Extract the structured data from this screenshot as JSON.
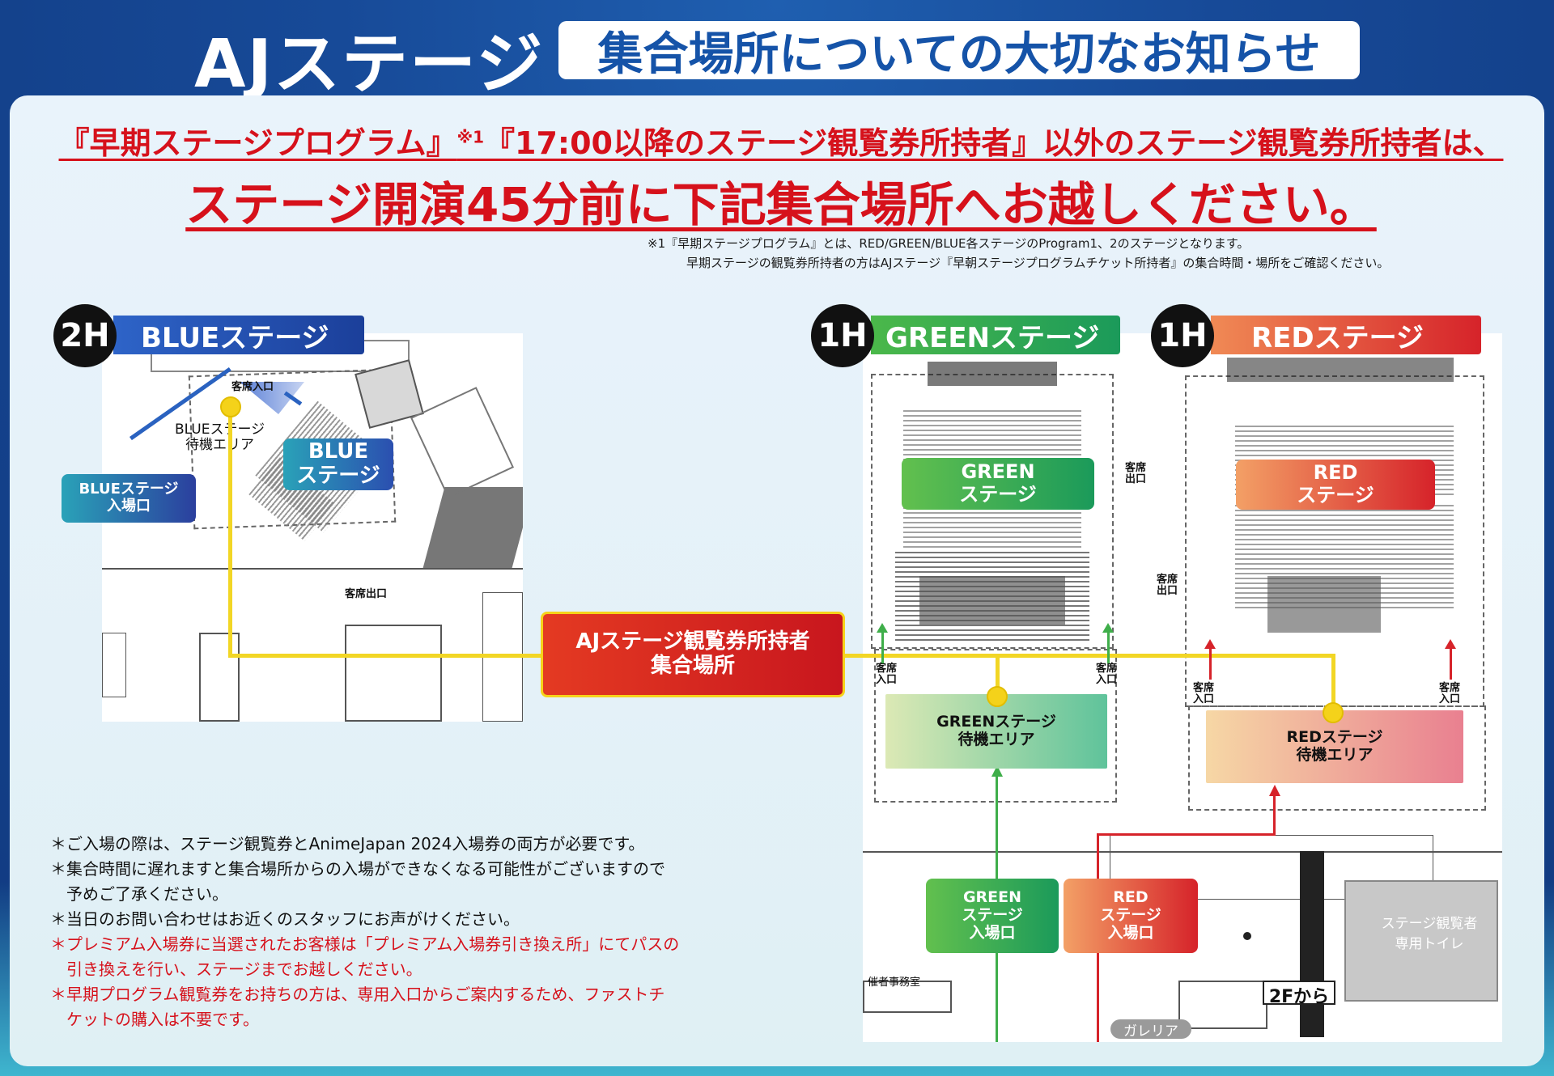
{
  "header": {
    "title": "AJステージ",
    "subtitle": "集合場所についての大切なお知らせ"
  },
  "lead": {
    "line1_a": "『早期ステージプログラム』",
    "line1_note": "※1",
    "line1_b": "『17:00以降のステージ観覧券所持者』以外のステージ観覧券所持者は、",
    "line2": "ステージ開演45分前に下記集合場所へお越しください。"
  },
  "footnotes": {
    "line1": "※1『早期ステージプログラム』とは、RED/GREEN/BLUE各ステージのProgram1、2のステージとなります。",
    "line2": "早期ステージの観覧券所持者の方はAJステージ『早朝ステージプログラムチケット所持者』の集合時間・場所をご確認ください。"
  },
  "stages": {
    "blue": {
      "floor": "2H",
      "name": "BLUEステージ",
      "label": "BLUE\nステージ",
      "waiting": "BLUEステージ\n待機エリア",
      "entrance": "BLUEステージ\n入場口",
      "seat_entry": "客席入口",
      "seat_exit": "客席出口",
      "color": "#1b3f9a"
    },
    "green": {
      "floor": "1H",
      "name": "GREENステージ",
      "label": "GREEN\nステージ",
      "waiting": "GREENステージ\n待機エリア",
      "entrance": "GREEN\nステージ\n入場口",
      "seat_exit": "客席\n出口",
      "seat_entry": "客席\n入口",
      "color": "#2aa24a"
    },
    "red": {
      "floor": "1H",
      "name": "REDステージ",
      "label": "RED\nステージ",
      "waiting": "REDステージ\n待機エリア",
      "entrance": "RED\nステージ\n入場口",
      "seat_exit": "客席\n出口",
      "seat_entry": "客席\n入口",
      "color": "#d6232a"
    }
  },
  "meeting_point": {
    "label": "AJステージ観覧券所持者\n集合場所"
  },
  "map_labels": {
    "toilet": "ステージ観覧者\n専用トイレ",
    "from_2f": "2Fから",
    "galleria": "ガレリア",
    "office": "催者事務室"
  },
  "notes": [
    {
      "text": "＊ご入場の際は、ステージ観覧券とAnimeJapan 2024入場券の両方が必要です。",
      "color": "black"
    },
    {
      "text": "＊集合時間に遅れますと集合場所からの入場ができなくなる可能性がございますので",
      "color": "black"
    },
    {
      "text": "　予めご了承ください。",
      "color": "black"
    },
    {
      "text": "＊当日のお問い合わせはお近くのスタッフにお声がけください。",
      "color": "black"
    },
    {
      "text": "＊プレミアム入場券に当選されたお客様は「プレミアム入場券引き換え所」にてパスの",
      "color": "red"
    },
    {
      "text": "　引き換えを行い、ステージまでお越しください。",
      "color": "red"
    },
    {
      "text": "＊早期プログラム観覧券をお持ちの方は、専用入口からご案内するため、ファストチ",
      "color": "red"
    },
    {
      "text": "　ケットの購入は不要です。",
      "color": "red"
    }
  ],
  "colors": {
    "route_yellow": "#f2d625",
    "route_green": "#3fae4a",
    "route_red": "#d6232a",
    "title_blue": "#1553a8",
    "alert_red": "#d6111b"
  }
}
